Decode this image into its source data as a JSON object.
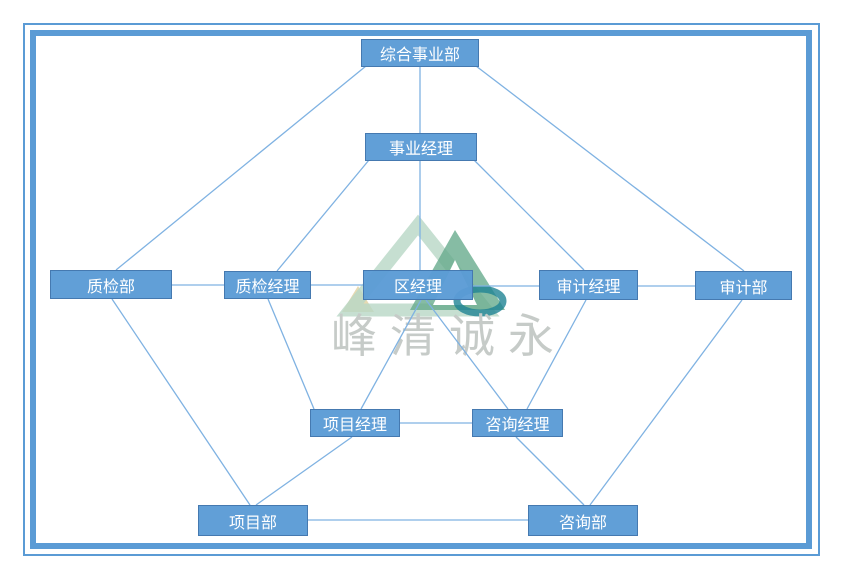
{
  "diagram": {
    "type": "org-network-diagram",
    "nodes": [
      {
        "id": "zonghe",
        "label": "综合事业部"
      },
      {
        "id": "shiye",
        "label": "事业经理"
      },
      {
        "id": "zhijianbu",
        "label": "质检部"
      },
      {
        "id": "zhijianjingli",
        "label": "质检经理"
      },
      {
        "id": "qujingli",
        "label": "区经理"
      },
      {
        "id": "shenjijingli",
        "label": "审计经理"
      },
      {
        "id": "shenjibu",
        "label": "审计部"
      },
      {
        "id": "xiangmujingli",
        "label": "项目经理"
      },
      {
        "id": "zixunjingli",
        "label": "咨询经理"
      },
      {
        "id": "xiangmubu",
        "label": "项目部"
      },
      {
        "id": "zixunbu",
        "label": "咨询部"
      }
    ],
    "edges": [
      {
        "from": "zonghe",
        "to": "shiye"
      },
      {
        "from": "zonghe",
        "to": "zhijianbu"
      },
      {
        "from": "zonghe",
        "to": "shenjibu"
      },
      {
        "from": "shiye",
        "to": "qujingli"
      },
      {
        "from": "shiye",
        "to": "zhijianjingli"
      },
      {
        "from": "shiye",
        "to": "shenjijingli"
      },
      {
        "from": "zhijianbu",
        "to": "zhijianjingli"
      },
      {
        "from": "zhijianjingli",
        "to": "qujingli"
      },
      {
        "from": "qujingli",
        "to": "shenjijingli"
      },
      {
        "from": "shenjijingli",
        "to": "shenjibu"
      },
      {
        "from": "zhijianjingli",
        "to": "xiangmujingli"
      },
      {
        "from": "qujingli",
        "to": "xiangmujingli"
      },
      {
        "from": "qujingli",
        "to": "zixunjingli"
      },
      {
        "from": "shenjijingli",
        "to": "zixunjingli"
      },
      {
        "from": "xiangmujingli",
        "to": "zixunjingli"
      },
      {
        "from": "xiangmujingli",
        "to": "xiangmubu"
      },
      {
        "from": "zixunjingli",
        "to": "zixunbu"
      },
      {
        "from": "zhijianbu",
        "to": "xiangmubu"
      },
      {
        "from": "shenjibu",
        "to": "zixunbu"
      },
      {
        "from": "xiangmubu",
        "to": "zixunbu"
      }
    ],
    "watermark": {
      "text": "峰清诚永"
    },
    "colors": {
      "node_fill": "#5B9BD5",
      "node_border": "#4579B0",
      "node_text": "#FFFFFF",
      "connector": "#7FB2E2",
      "frame": "#5B9BD5",
      "watermark_text": "#C6CBC8",
      "logo_light_green": "#B8D7C5",
      "logo_green": "#64A98A",
      "logo_teal": "#1F8394",
      "logo_cream": "#E3D4A4"
    }
  }
}
